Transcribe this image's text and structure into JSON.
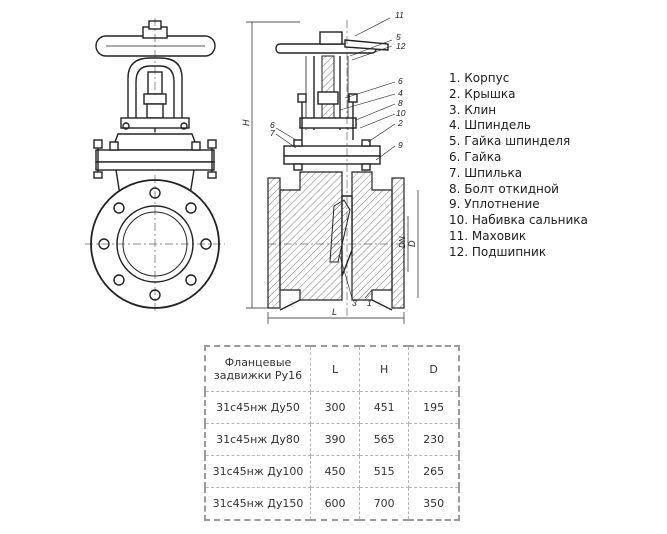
{
  "callouts": [
    "11",
    "5",
    "12",
    "6",
    "4",
    "8",
    "10",
    "2",
    "9",
    "6",
    "7",
    "3",
    "1"
  ],
  "dimensions": {
    "height": "H",
    "length": "L",
    "nominal_bore": "DN",
    "diameter": "D"
  },
  "legend": [
    "1. Корпус",
    "2. Крышка",
    "3. Клин",
    "4. Шпиндель",
    "5. Гайка шпинделя",
    "6. Гайка",
    "7. Шпилька",
    "8. Болт откидной",
    "9. Уплотнение",
    "10. Набивка сальника",
    "11. Маховик",
    "12. Подшипник"
  ],
  "table": {
    "header_line1": "Фланцевые",
    "header_line2": "задвижки Ру16",
    "columns": [
      "L",
      "H",
      "D"
    ],
    "rows": [
      {
        "name": "31с45нж Ду50",
        "values": [
          "300",
          "451",
          "195"
        ]
      },
      {
        "name": "31с45нж Ду80",
        "values": [
          "390",
          "565",
          "230"
        ]
      },
      {
        "name": "31с45нж Ду100",
        "values": [
          "450",
          "515",
          "265"
        ]
      },
      {
        "name": "31с45нж Ду150",
        "values": [
          "600",
          "700",
          "350"
        ]
      }
    ]
  }
}
